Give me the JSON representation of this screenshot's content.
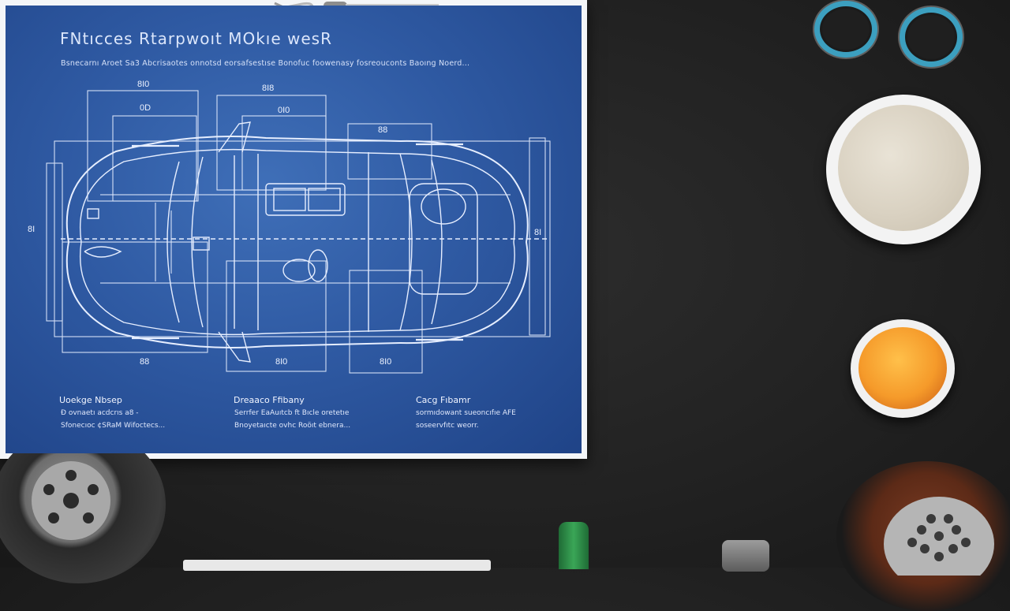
{
  "blueprint": {
    "title": "FNtıcces Rtarpwoıt MOkıe wesR",
    "subtitle": "Bsnecarnı Aroet Sa3 Abcrisaotes onnotsd eorsafsestıse Bonofuc foowenasy fosreouconts Baoıng Noerd...",
    "dimensions": {
      "top_outer_left": "8I0",
      "top_inner_left": "0D",
      "top_outer_mid": "8I8",
      "top_inner_mid": "0I0",
      "top_right": "88",
      "left_side": "8I",
      "right_side": "8I",
      "bottom_left": "88",
      "bottom_mid": "8I0",
      "bottom_right": "8I0"
    },
    "notes": [
      {
        "heading": "Uoekge Nbsep",
        "line1": "Ð ovnaetı acdcrıs a8 -",
        "line2": "Sfonecıoc ¢SRaM Wifoctecs..."
      },
      {
        "heading": "Dreaaco Ffibany",
        "line1": "Serrfer EaAuıtcb ft Bıcle oretetıe",
        "line2": "Bnoyetaıcte ovhc Roöıt ebnera..."
      },
      {
        "heading": "Cacg Fıbamr",
        "line1": "sormıdowant sueoncıfıe AFE",
        "line2": "soseervfıtc weorr."
      }
    ]
  },
  "colors": {
    "background": "#232323",
    "blueprint_blue": "#2f5aa3",
    "blueprint_line": "#e8f0ff",
    "oil_orange": "#f08a24",
    "ring_teal": "#3aa6c4"
  }
}
